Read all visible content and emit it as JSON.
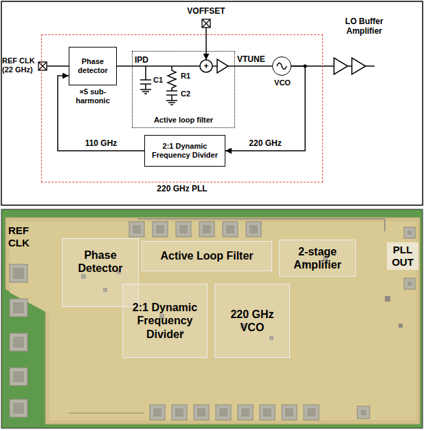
{
  "diagram": {
    "nodes": [
      {
        "text": [
          "220 GHz PLL"
        ]
      },
      {
        "text": [
          "Phase detector",
          "×5 sub-harmonic"
        ],
        "in": 0
      },
      {
        "text": [
          "Active loop filter"
        ],
        "in": 0
      },
      {
        "text": [
          "VCO"
        ],
        "in": 0
      },
      {
        "text": [
          "2:1 Dynamic Frequency Divider"
        ],
        "in": 0
      },
      {
        "text": [
          "LO Buffer Amplifier"
        ]
      },
      {
        "text": [
          "Phase Detector"
        ]
      },
      {
        "text": [
          "Active Loop Filter"
        ]
      },
      {
        "text": [
          "2-stage Amplifier"
        ]
      },
      {
        "text": [
          "2:1 Dynamic Frequency Divider"
        ]
      },
      {
        "text": [
          "220 GHz VCO"
        ]
      }
    ],
    "edges": [
      {
        "from": 1,
        "to": 2,
        "label": "IPD",
        "arrow": "none"
      },
      {
        "from": 2,
        "to": 3,
        "label": "VTUNE",
        "arrow": "none"
      },
      {
        "from": 3,
        "to": 5,
        "arrow": "none"
      },
      {
        "from": 3,
        "to": 4,
        "label": "220 GHz",
        "arrow": "to"
      },
      {
        "from": 4,
        "to": 1,
        "label": "110 GHz",
        "arrow": "to"
      }
    ],
    "labels": [
      "VOFFSET",
      "REF CLK (22 GHz)",
      "C1",
      "R1",
      "C2",
      "+",
      "REF CLK",
      "PLL OUT"
    ]
  }
}
